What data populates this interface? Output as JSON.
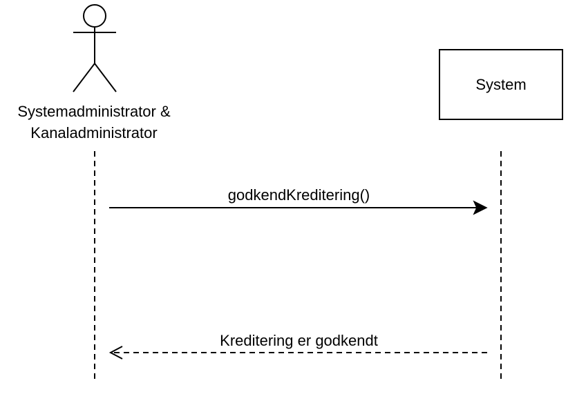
{
  "actor": {
    "label_line1": "Systemadministrator &",
    "label_line2": "Kanaladministrator",
    "icon": "stick-figure-icon"
  },
  "system": {
    "label": "System"
  },
  "messages": [
    {
      "label": "godkendKreditering()",
      "style": "solid",
      "direction": "actor-to-system"
    },
    {
      "label": "Kreditering er godkendt",
      "style": "dashed",
      "direction": "system-to-actor"
    }
  ],
  "colors": {
    "stroke": "#000000",
    "background": "#ffffff"
  }
}
